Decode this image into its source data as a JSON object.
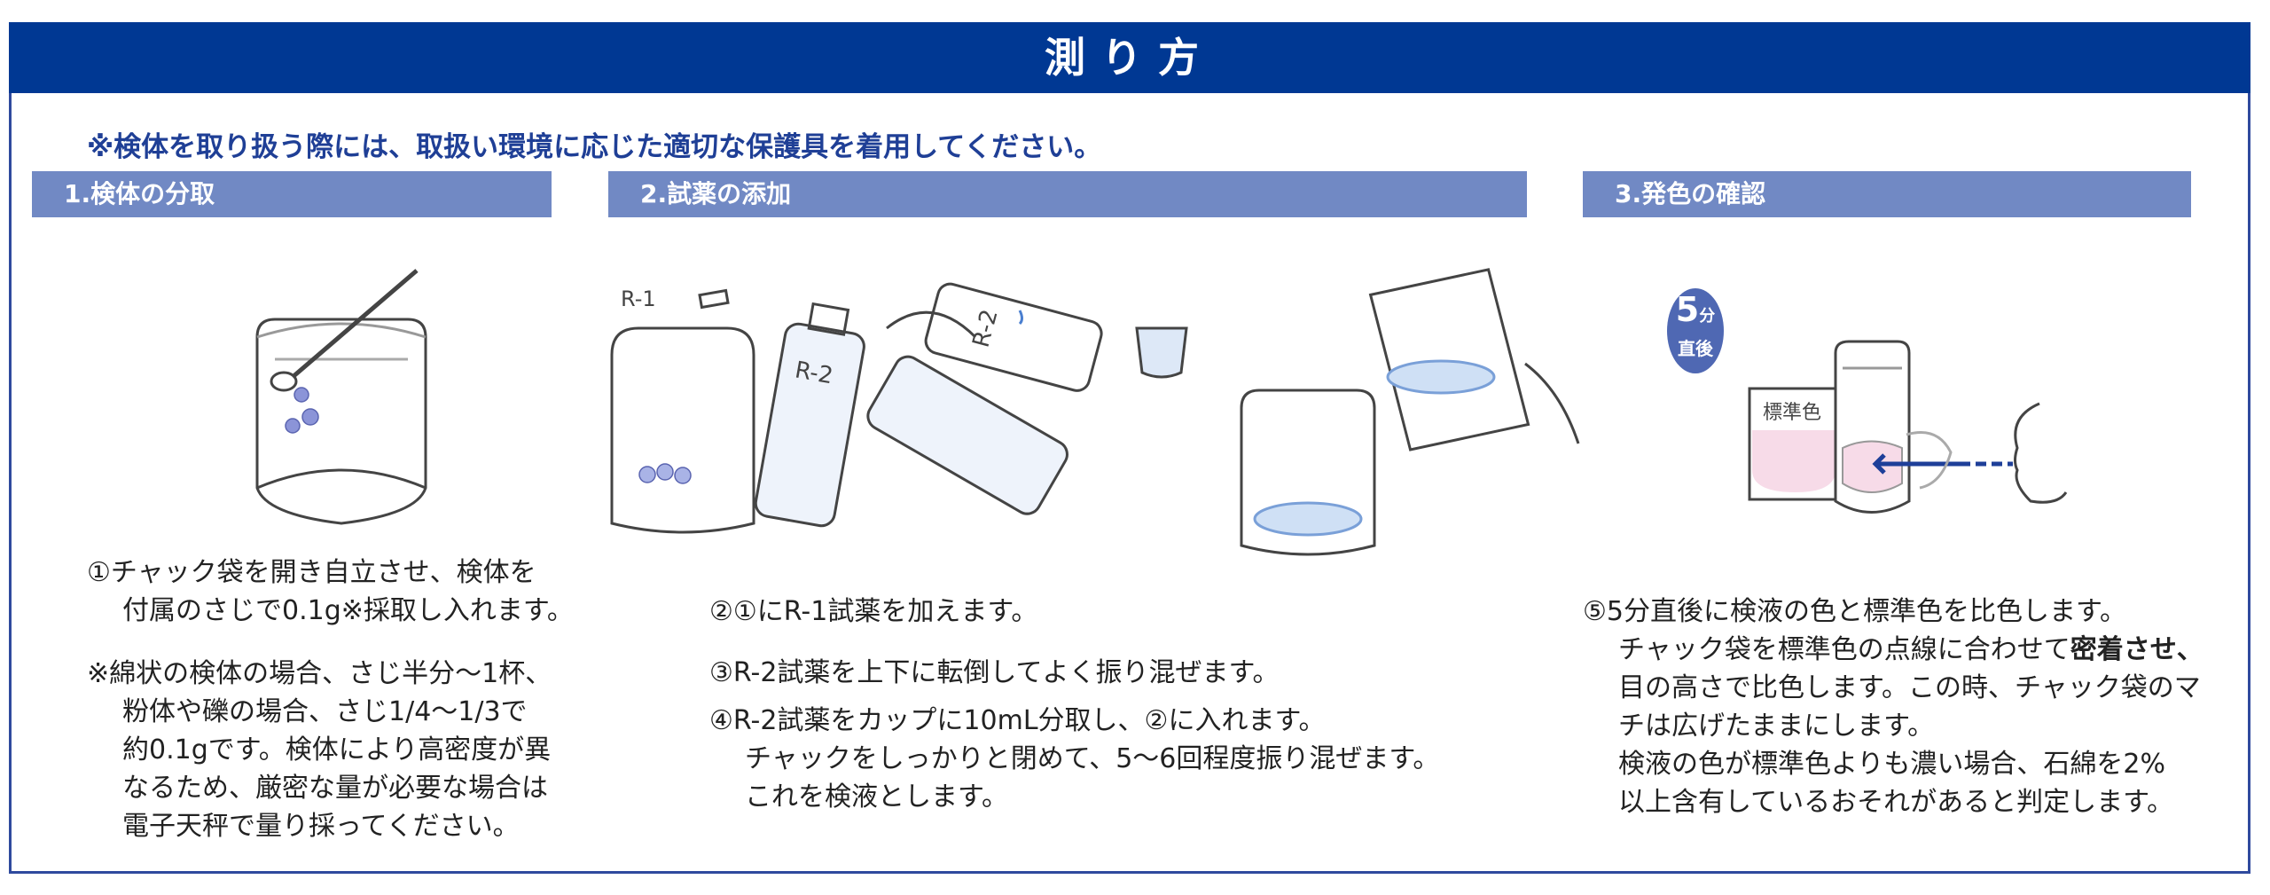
{
  "title": "測り方",
  "notice": "※検体を取り扱う際には、取扱い環境に応じた適切な保護具を着用してください。",
  "sections": [
    {
      "header": "1.検体の分取",
      "lines": [
        "①チャック袋を開き自立させ、検体を",
        "付属のさじで0.1g※採取し入れます。"
      ],
      "note": [
        "※綿状の検体の場合、さじ半分〜1杯、",
        "粉体や礫の場合、さじ1/4〜1/3で",
        "約0.1gです。検体により高密度が異",
        "なるため、厳密な量が必要な場合は",
        "電子天秤で量り採ってください。"
      ]
    },
    {
      "header": "2.試薬の添加",
      "labels": {
        "r1": "R-1",
        "r2": "R-2"
      },
      "steps": [
        "②①にR-1試薬を加えます。",
        "③R-2試薬を上下に転倒してよく振り混ぜます。",
        "④R-2試薬をカップに10mL分取し、②に入れます。",
        "チャックをしっかりと閉めて、5〜6回程度振り混ぜます。",
        "これを検液とします。"
      ]
    },
    {
      "header": "3.発色の確認",
      "badge": {
        "num": "5",
        "unit": "分",
        "sub": "直後"
      },
      "std_label": "標準色",
      "lines": [
        "⑤5分直後に検液の色と標準色を比色します。"
      ],
      "line2_pre": "チャック袋を標準色の点線に合わせて",
      "line2_bold": "密着させ、",
      "more": [
        "目の高さで比色します。この時、チャック袋のマ",
        "チは広げたままにします。",
        "検液の色が標準色よりも濃い場合、石綿を2%",
        "以上含有しているおそれがあると判定します。"
      ]
    }
  ],
  "colors": {
    "navy": "#003893",
    "section": "#7189c4",
    "badge": "#4f68b3",
    "pink": "#f7dbe8"
  }
}
